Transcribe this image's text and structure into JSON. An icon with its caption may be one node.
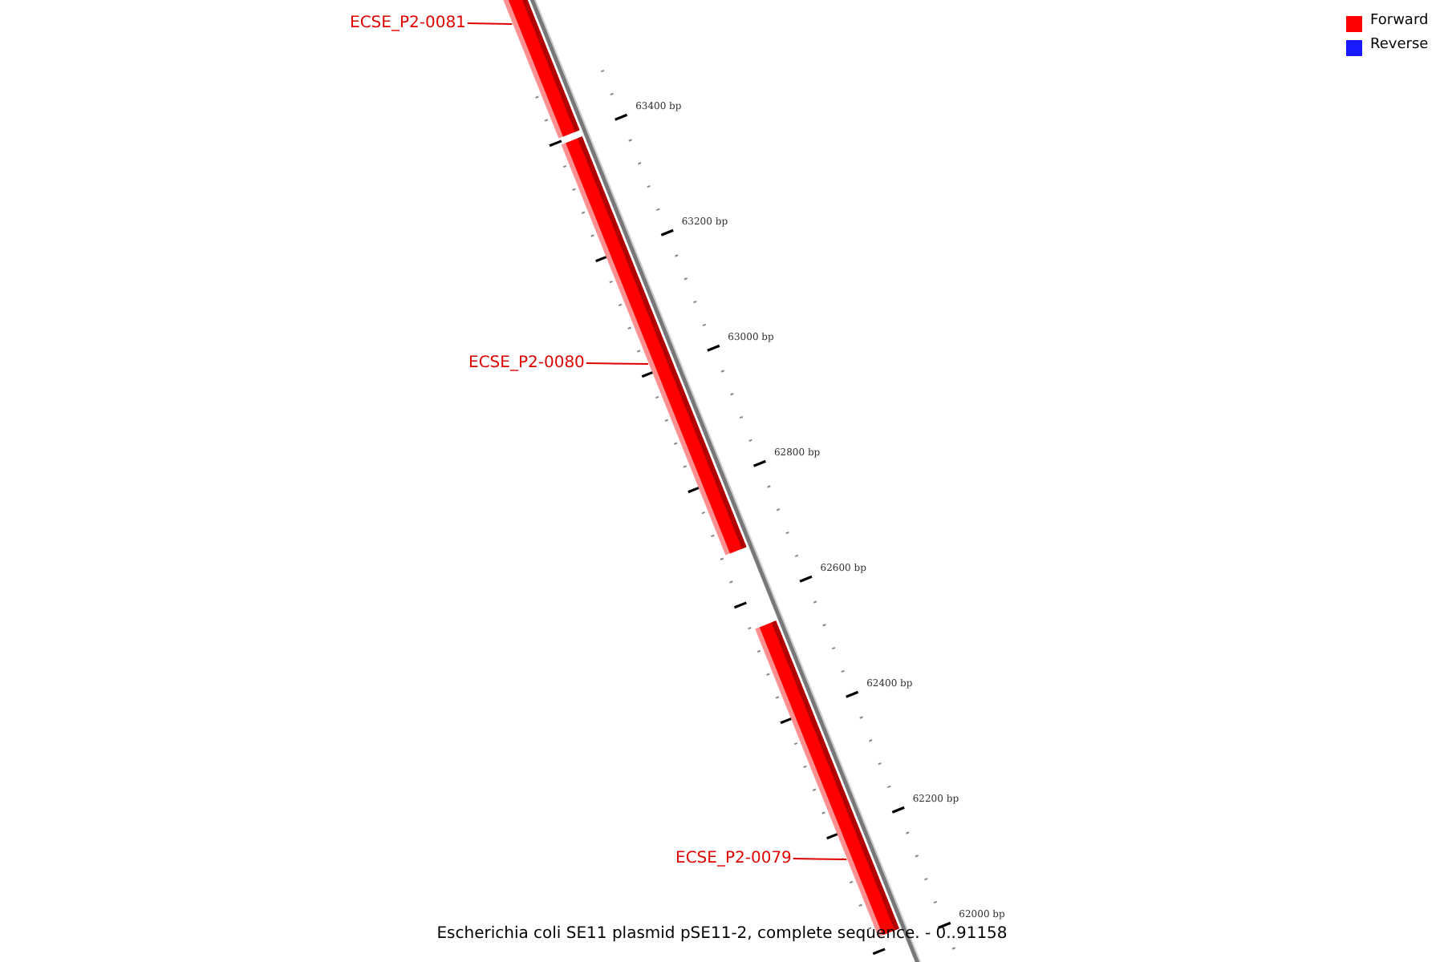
{
  "diagram": {
    "caption": "Escherichia coli SE11 plasmid pSE11-2, complete sequence. - 0..91158",
    "nodes": [
      {
        "text": [
          "ECSE_P2-0081"
        ]
      },
      {
        "text": [],
        "shape": "bar"
      },
      {
        "text": [
          "ECSE_P2-0080"
        ]
      },
      {
        "text": [],
        "shape": "bar"
      },
      {
        "text": [
          "ECSE_P2-0079"
        ]
      },
      {
        "text": [],
        "shape": "bar"
      }
    ],
    "edges": [
      {
        "from": 0,
        "to": 1,
        "arrow": "none"
      },
      {
        "from": 2,
        "to": 3,
        "arrow": "none"
      },
      {
        "from": 4,
        "to": 5,
        "arrow": "none"
      }
    ],
    "labels": [
      "63400 bp",
      "63200 bp",
      "63000 bp",
      "62800 bp",
      "62600 bp",
      "62400 bp",
      "62200 bp",
      "62000 bp"
    ],
    "legend": [
      {
        "text": "Forward",
        "color": "#ff0000"
      },
      {
        "text": "Reverse",
        "color": "#1a1aff"
      }
    ]
  }
}
